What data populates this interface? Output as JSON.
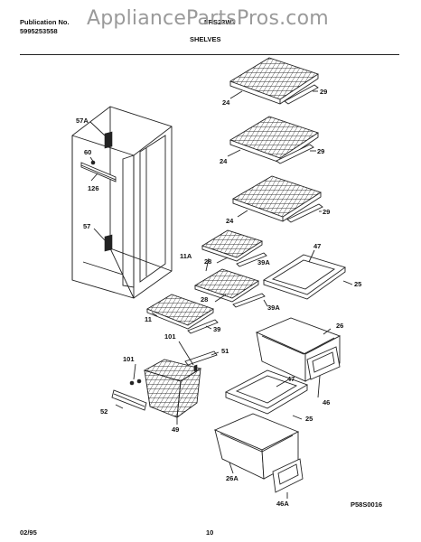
{
  "header": {
    "publication_label": "Publication No.",
    "publication_number": "5995253558",
    "model": "FRS23W3",
    "section_title": "SHELVES",
    "watermark": "AppliancePartsPros.com"
  },
  "footer": {
    "date": "02/95",
    "page": "10",
    "figure_code": "P58S0016"
  },
  "part_labels": {
    "p24a": "24",
    "p29a": "29",
    "p24b": "24",
    "p29b": "29",
    "p24c": "24",
    "p29c": "29",
    "p57a": "57A",
    "p60": "60",
    "p126": "126",
    "p57": "57",
    "p47a": "47",
    "p11a": "11A",
    "p28a": "28",
    "p39aa": "39A",
    "p25a": "25",
    "p28b": "28",
    "p39ab": "39A",
    "p11": "11",
    "p39": "39",
    "p26": "26",
    "p101a": "101",
    "p51": "51",
    "p101b": "101",
    "p52": "52",
    "p49": "49",
    "p46": "46",
    "p47b": "47",
    "p25b": "25",
    "p26a": "26A",
    "p46a": "46A"
  }
}
